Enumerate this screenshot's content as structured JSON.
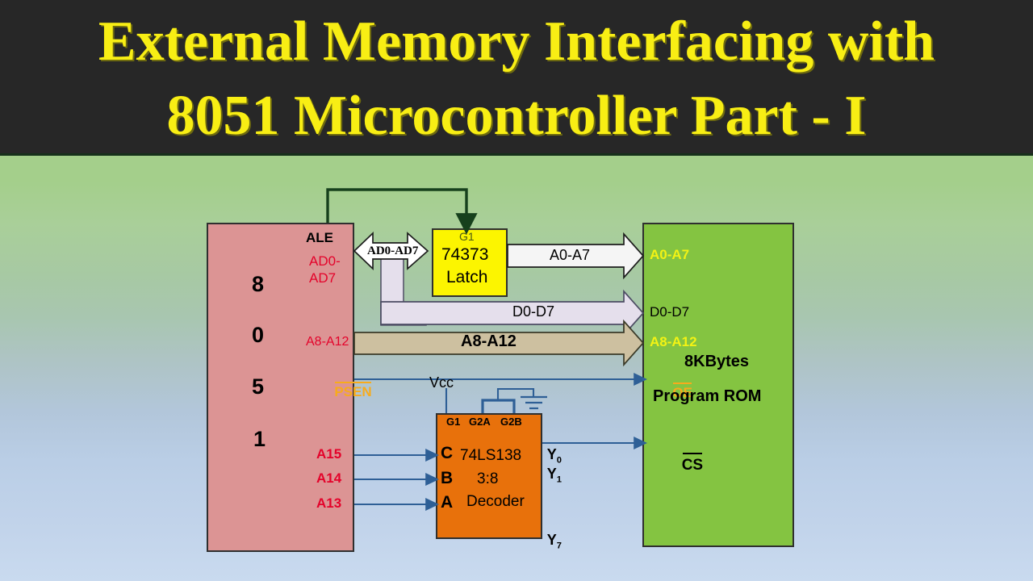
{
  "title": {
    "line1": "External Memory Interfacing with",
    "line2": "8051 Microcontroller Part - I",
    "text": "External Memory Interfacing with\n8051 Microcontroller Part - I",
    "text_color": "#f8ee14",
    "background_color": "#272727"
  },
  "canvas": {
    "gradient_top_color": "#a4cf8b",
    "gradient_bottom_color": "#c9daef"
  },
  "blocks": {
    "mcu": {
      "name": "8051 microcontroller",
      "fill": "#dc9494",
      "digits": [
        "8",
        "0",
        "5",
        "1"
      ],
      "pins": {
        "ale": "ALE",
        "ad_bus": "AD0-\nAD7",
        "ad_bus_line1": "AD0-",
        "ad_bus_line2": "AD7",
        "a8_a12": "A8-A12",
        "psen": "PSEN",
        "a15": "A15",
        "a14": "A14",
        "a13": "A13"
      }
    },
    "latch": {
      "name": "74373 octal latch",
      "fill": "#fcf500",
      "enable_pin": "G1",
      "part_number": "74373",
      "type_label": "Latch"
    },
    "rom": {
      "name": "8KBytes program ROM",
      "fill": "#84c441",
      "pins": {
        "a0_a7": "A0-A7",
        "d0_d7": "D0-D7",
        "a8_a12": "A8-A12",
        "oe": "OE",
        "cs": "CS"
      },
      "size_label": "8KBytes",
      "type_label": "Program ROM"
    },
    "decoder": {
      "name": "74LS138 3-to-8 decoder",
      "fill": "#e8710b",
      "enables": [
        "G1",
        "G2A",
        "G2B"
      ],
      "inputs": [
        "C",
        "B",
        "A"
      ],
      "part_number": "74LS138",
      "ratio_label": "3:8",
      "type_label": "Decoder",
      "outputs": [
        {
          "base": "Y",
          "sub": "0"
        },
        {
          "base": "Y",
          "sub": "1"
        },
        {
          "base": "Y",
          "sub": "7"
        }
      ]
    }
  },
  "buses": {
    "ad0_ad7": {
      "label": "AD0-AD7",
      "fill": "#ffffff",
      "direction": "bidirectional"
    },
    "a0_a7": {
      "label": "A0-A7",
      "fill": "#f5f5f5",
      "direction": "right"
    },
    "d0_d7": {
      "label": "D0-D7",
      "fill": "#e5dfec",
      "direction": "right"
    },
    "a8_a12": {
      "label": "A8-A12",
      "fill": "#cdc0a0",
      "direction": "right"
    }
  },
  "signals": {
    "vcc": "Vcc",
    "ale_wire_color": "#16401c",
    "control_wire_color": "#2e5f96"
  }
}
